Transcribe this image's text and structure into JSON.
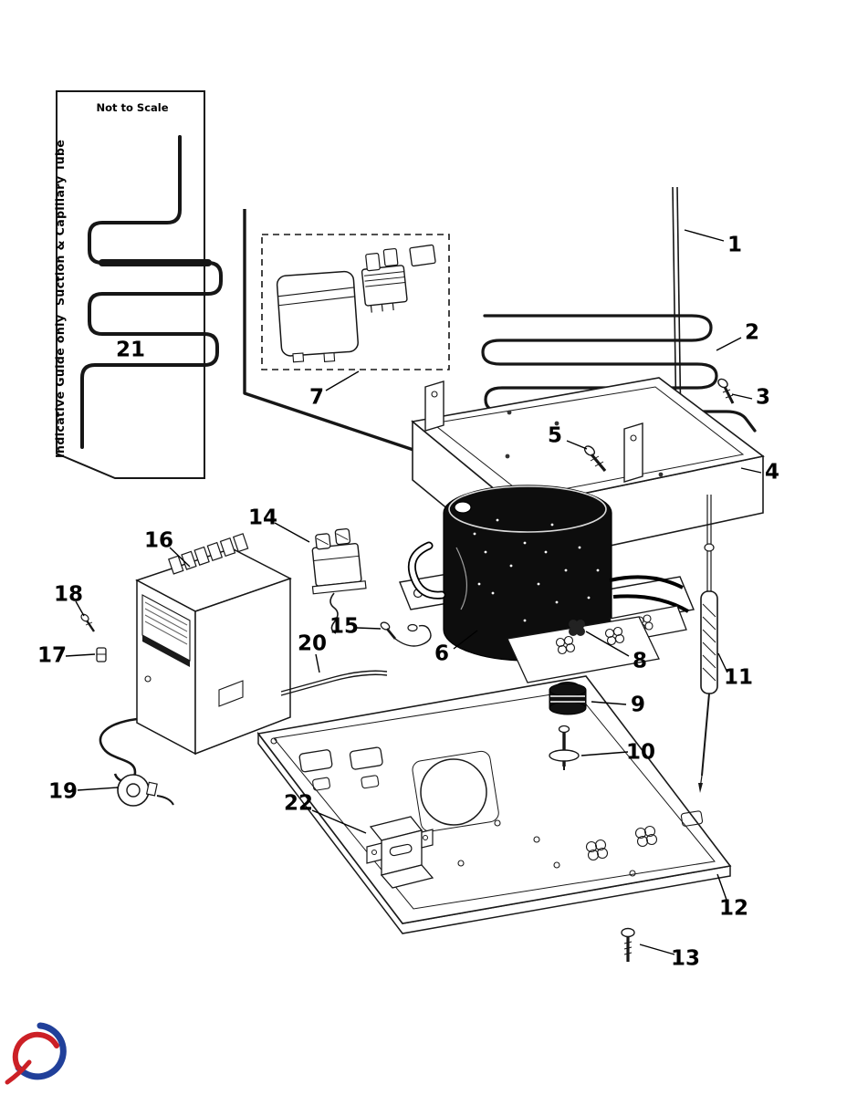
{
  "page": {
    "background": "#ffffff"
  },
  "inset": {
    "scale_note": "Not to Scale",
    "side_label_upper": "Suction & Capillary Tube",
    "side_label_lower": "Indicative Guide only"
  },
  "callouts": [
    {
      "number": "1"
    },
    {
      "number": "2"
    },
    {
      "number": "3"
    },
    {
      "number": "4"
    },
    {
      "number": "5"
    },
    {
      "number": "6"
    },
    {
      "number": "7"
    },
    {
      "number": "8"
    },
    {
      "number": "9"
    },
    {
      "number": "10"
    },
    {
      "number": "11"
    },
    {
      "number": "12"
    },
    {
      "number": "13"
    },
    {
      "number": "14"
    },
    {
      "number": "15"
    },
    {
      "number": "16"
    },
    {
      "number": "17"
    },
    {
      "number": "18"
    },
    {
      "number": "19"
    },
    {
      "number": "20"
    },
    {
      "number": "21"
    },
    {
      "number": "22"
    }
  ],
  "colors": {
    "ink": "#000000",
    "logo_blue": "#21409a",
    "logo_red": "#cc2026"
  }
}
